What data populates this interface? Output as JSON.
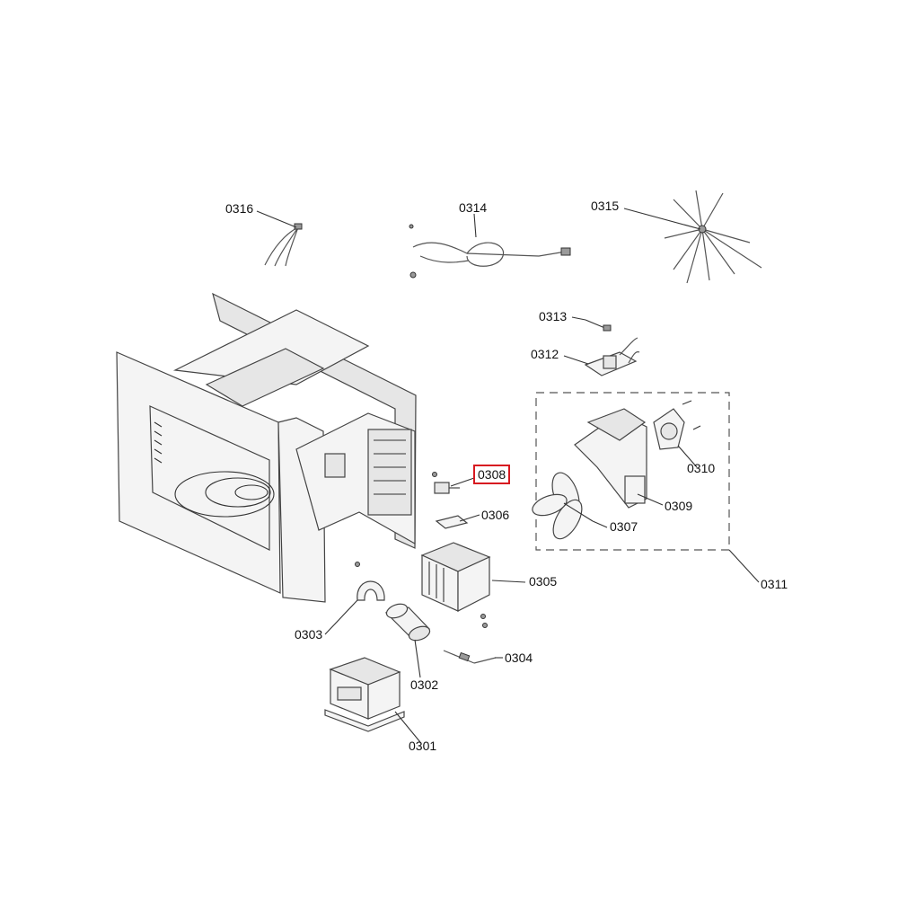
{
  "diagram": {
    "selected_part": "0308",
    "labels": {
      "p0301": "0301",
      "p0302": "0302",
      "p0303": "0303",
      "p0304": "0304",
      "p0305": "0305",
      "p0306": "0306",
      "p0307": "0307",
      "p0308": "0308",
      "p0309": "0309",
      "p0310": "0310",
      "p0311": "0311",
      "p0312": "0312",
      "p0313": "0313",
      "p0314": "0314",
      "p0315": "0315",
      "p0316": "0316"
    },
    "highlight_color": "#d71920"
  }
}
